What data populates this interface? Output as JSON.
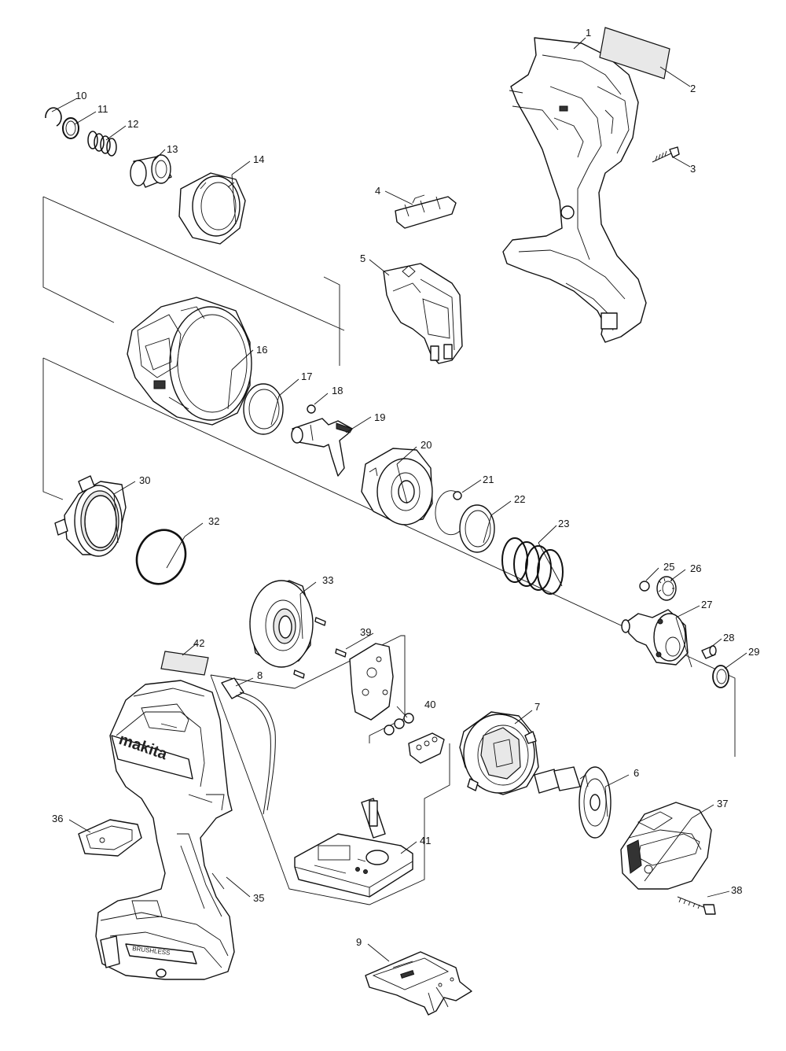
{
  "diagram": {
    "type": "exploded parts diagram",
    "brand_marks": {
      "housing_logo": "makita",
      "housing_label": "BRUSHLESS"
    },
    "callouts": [
      "1",
      "2",
      "3",
      "4",
      "5",
      "6",
      "7",
      "8",
      "9",
      "10",
      "11",
      "12",
      "13",
      "14",
      "16",
      "17",
      "18",
      "19",
      "20",
      "21",
      "22",
      "23",
      "25",
      "26",
      "27",
      "28",
      "29",
      "30",
      "32",
      "33",
      "35",
      "36",
      "37",
      "38",
      "39",
      "40",
      "41",
      "42"
    ]
  }
}
